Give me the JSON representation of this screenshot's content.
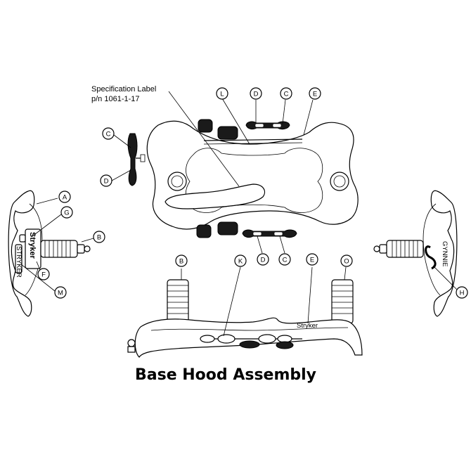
{
  "title": "Base Hood Assembly",
  "spec_label": {
    "line1": "Specification Label",
    "line2": "p/n 1061-1-17"
  },
  "brand": {
    "stryker": "Stryker",
    "stryker_small": "Stryker",
    "left_side_text": "STRYKER",
    "right_side_text": "GYNNIE"
  },
  "callouts": {
    "A": "A",
    "G": "G",
    "B": "B",
    "F": "F",
    "M": "M",
    "C": "C",
    "D": "D",
    "L": "L",
    "E": "E",
    "K": "K",
    "O": "O",
    "H": "H"
  }
}
